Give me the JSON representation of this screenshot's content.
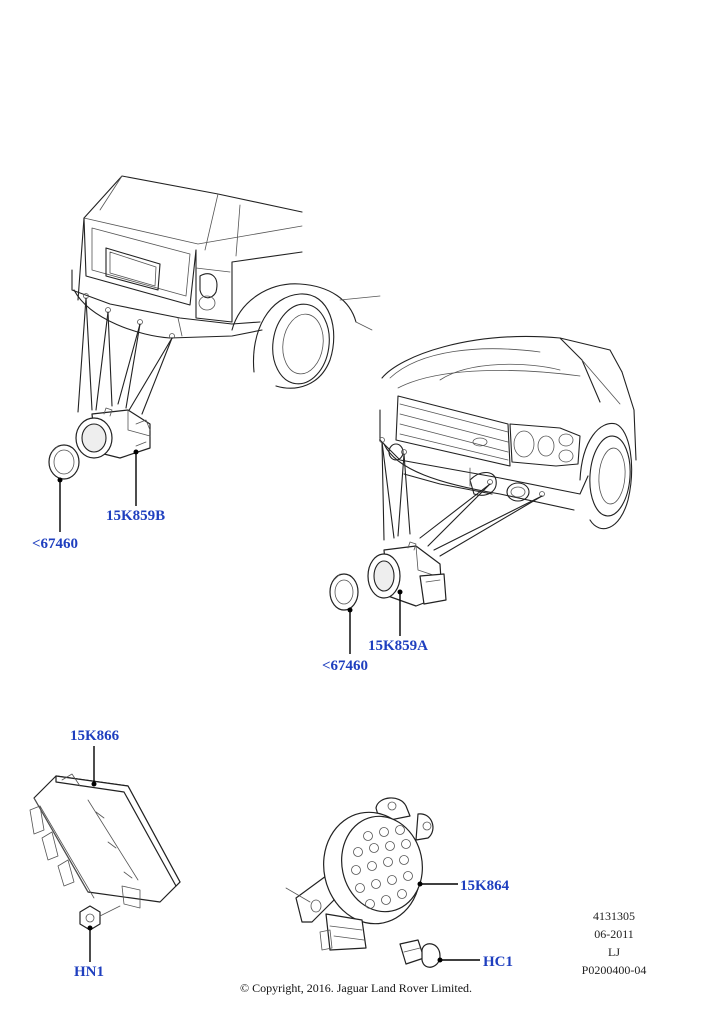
{
  "callouts": {
    "rear_sensor": "15K859B",
    "rear_bezel": "<67460",
    "front_sensor": "15K859A",
    "front_bezel": "<67460",
    "module": "15K866",
    "nut": "HN1",
    "sounder": "15K864",
    "clip": "HC1"
  },
  "meta": {
    "line1": "4131305",
    "line2": "06-2011",
    "line3": "LJ",
    "line4": "P0200400-04"
  },
  "copyright": "© Copyright, 2016. Jaguar Land Rover Limited."
}
